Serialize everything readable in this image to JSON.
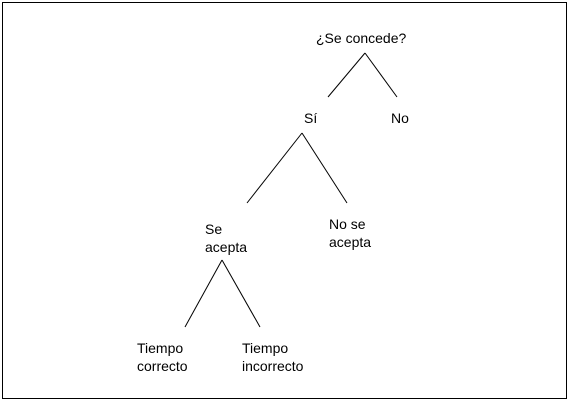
{
  "colors": {
    "line": "#000000",
    "text": "#000000",
    "background": "#ffffff"
  },
  "tree": {
    "root": "¿Se concede?",
    "level1": {
      "yes": "Sí",
      "no": "No"
    },
    "level2": {
      "accepted": "Se\nacepta",
      "not_accepted": "No se\nacepta"
    },
    "level3": {
      "time_correct": "Tiempo\ncorrecto",
      "time_incorrect": "Tiempo\nincorrecto"
    }
  }
}
